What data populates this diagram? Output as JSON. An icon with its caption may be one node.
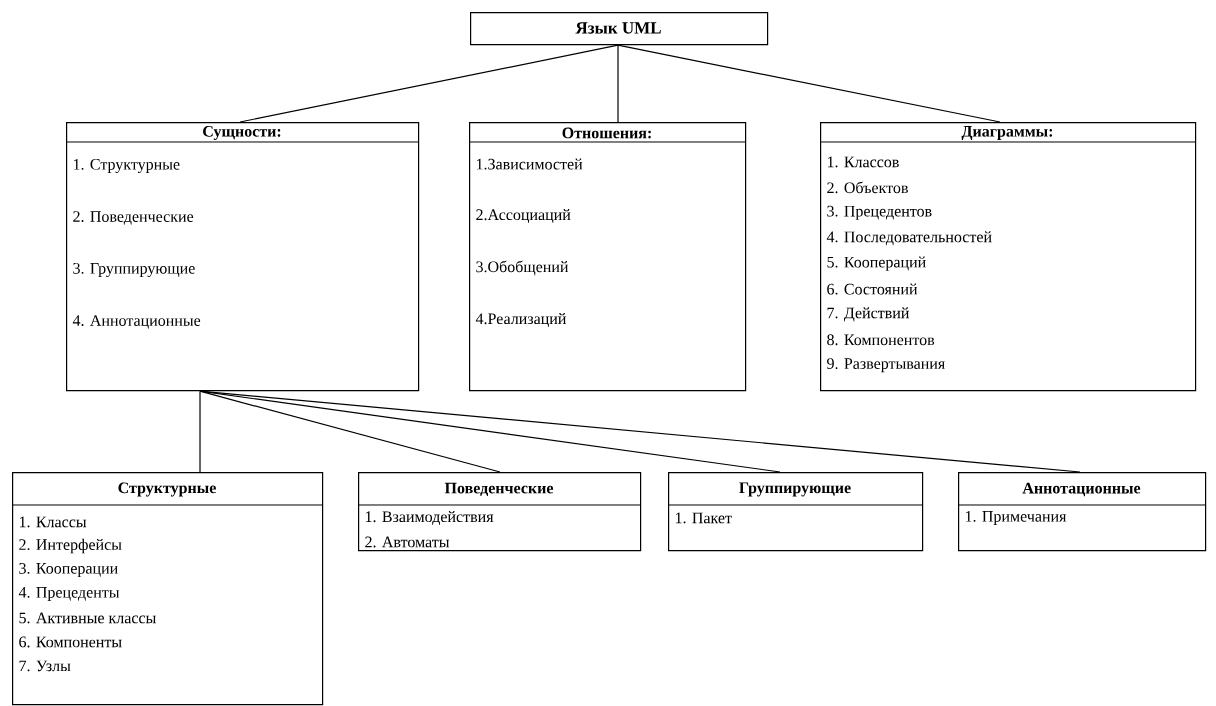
{
  "diagram": {
    "nodes": [
      {
        "text": [
          "Язык UML"
        ]
      },
      {
        "text": [
          "Сущности:",
          "1. Структурные",
          "2. Поведенческие",
          "3. Группирующие",
          "4. Аннотационные"
        ]
      },
      {
        "text": [
          "Отношения:",
          "1.Зависимостей",
          "2.Ассоциаций",
          "3.Обобщений",
          "4.Реализаций"
        ]
      },
      {
        "text": [
          "Диаграммы:",
          "1. Классов",
          "2. Объектов",
          "3. Прецедентов",
          "4. Последовательностей",
          "5. Коопераций",
          "6. Состояний",
          "7. Действий",
          "8. Компонентов",
          "9. Развертывания"
        ]
      },
      {
        "text": [
          "Структурные",
          "1. Классы",
          "2. Интерфейсы",
          "3. Кооперации",
          "4. Прецеденты",
          "5. Активные классы",
          "6. Компоненты",
          "7. Узлы"
        ]
      },
      {
        "text": [
          "Поведенческие",
          "1. Взаимодействия",
          "2. Автоматы"
        ]
      },
      {
        "text": [
          "Группирующие",
          "1. Пакет"
        ]
      },
      {
        "text": [
          "Аннотационные",
          "1. Примечания"
        ]
      }
    ],
    "edges": [
      {
        "from": 0,
        "to": 1,
        "arrow": "none"
      },
      {
        "from": 0,
        "to": 2,
        "arrow": "none"
      },
      {
        "from": 0,
        "to": 3,
        "arrow": "none"
      },
      {
        "from": 1,
        "to": 4,
        "arrow": "none"
      },
      {
        "from": 1,
        "to": 5,
        "arrow": "none"
      },
      {
        "from": 1,
        "to": 6,
        "arrow": "none"
      },
      {
        "from": 1,
        "to": 7,
        "arrow": "none"
      }
    ]
  }
}
